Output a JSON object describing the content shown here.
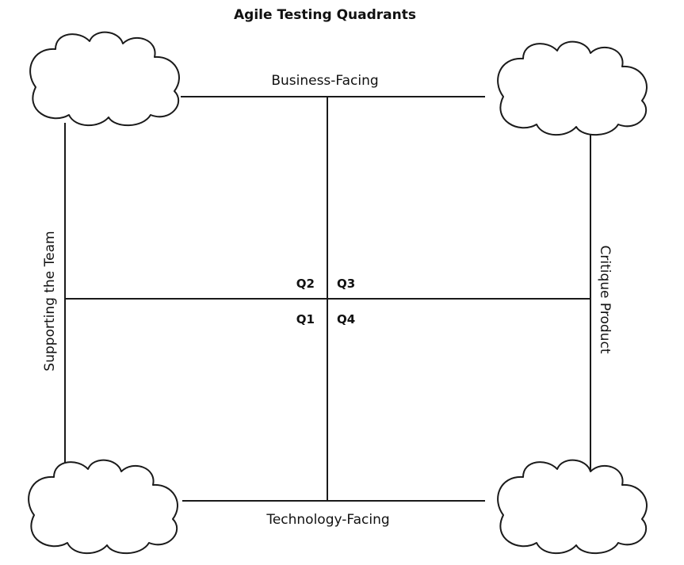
{
  "diagram": {
    "title": "Agile Testing Quadrants",
    "axes": {
      "top": "Business-Facing",
      "bottom": "Technology-Facing",
      "left": "Supporting the Team",
      "right": "Critique Product"
    },
    "quadrants": {
      "q1": "Q1",
      "q2": "Q2",
      "q3": "Q3",
      "q4": "Q4"
    }
  }
}
